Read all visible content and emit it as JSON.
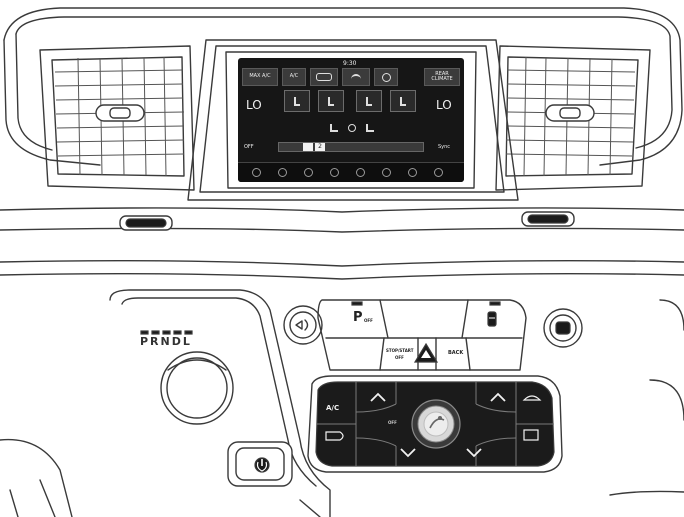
{
  "gear_indicator": {
    "label": "PRNDL"
  },
  "touchscreen": {
    "clock": "9:30",
    "max_ac": "MAX A/C",
    "ac": "A/C",
    "recirc_icon": "recirculation-icon",
    "front_defrost_icon": "front-defrost-icon",
    "rear_icon": "rear-climate-icon",
    "rear_climate": "REAR CLIMATE",
    "driver_temp": "LO",
    "passenger_temp": "LO",
    "off": "OFF",
    "sync": "Sync",
    "fan_speed_display": "2"
  },
  "switch_bank": {
    "park_assist": "P",
    "park_assist_sub": "OFF",
    "stop_start": "STOP/START",
    "stop_start_sub": "OFF",
    "rear_defrost": "BACK",
    "hazard_icon": "hazard-triangle-icon",
    "esc_icon": "esc-off-icon"
  },
  "climate_panel": {
    "ac_label": "A/C",
    "temp_up_icon": "chevron-up-icon",
    "temp_down_icon": "chevron-down-icon",
    "mode_icon": "fan-mode-icon",
    "recirc_icon": "recirculation-icon",
    "front_defrost_icon": "front-defrost-icon",
    "rear_defrost_icon": "rear-defrost-icon",
    "off": "OFF"
  },
  "accent_colors": {
    "screen_bg": "#161616",
    "line": "#3a3a3a",
    "button_bg": "#3b3b3b"
  }
}
